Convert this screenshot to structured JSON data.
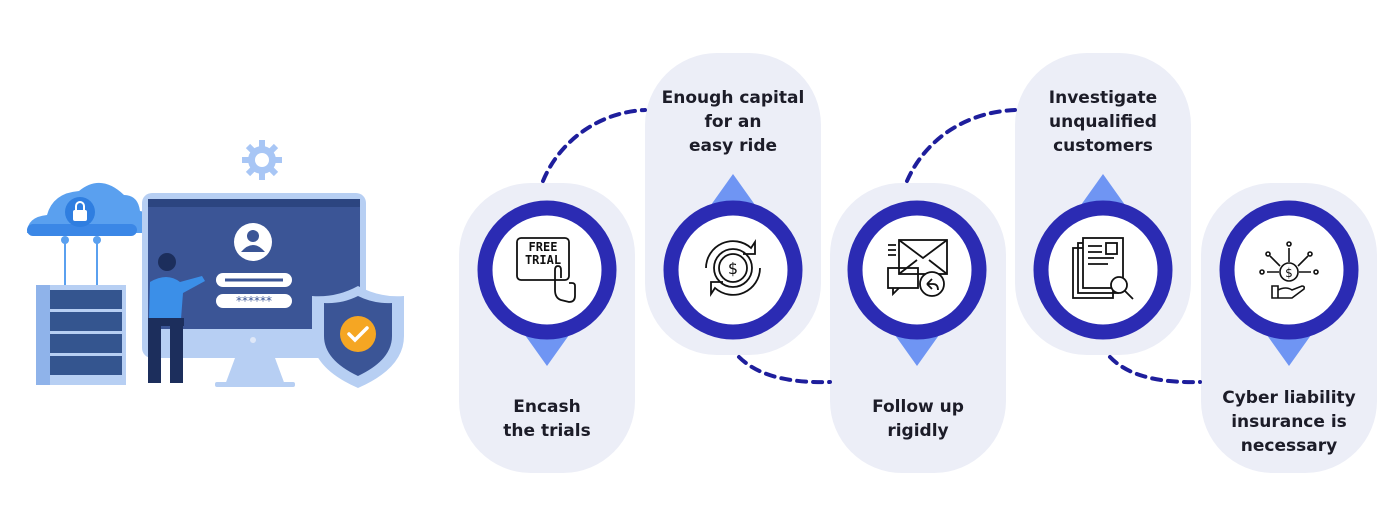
{
  "colors": {
    "card_bg": "#eceef7",
    "ring": "#2b2bb3",
    "pointer": "#6f95f3",
    "dash": "#1e1e9c",
    "text": "#1c1c28"
  },
  "illustration": {
    "password_mask": "******"
  },
  "steps": [
    {
      "label": "Encash\nthe trials",
      "icon": "free-trial-icon",
      "icon_text_1": "FREE",
      "icon_text_2": "TRIAL"
    },
    {
      "label": "Enough capital\nfor an\neasy ride",
      "icon": "money-cycle-icon"
    },
    {
      "label": "Follow up\nrigidly",
      "icon": "email-reply-icon"
    },
    {
      "label": "Investigate\nunqualified\ncustomers",
      "icon": "document-search-icon"
    },
    {
      "label": "Cyber liability\ninsurance is\nnecessary",
      "icon": "money-distribution-icon"
    }
  ]
}
